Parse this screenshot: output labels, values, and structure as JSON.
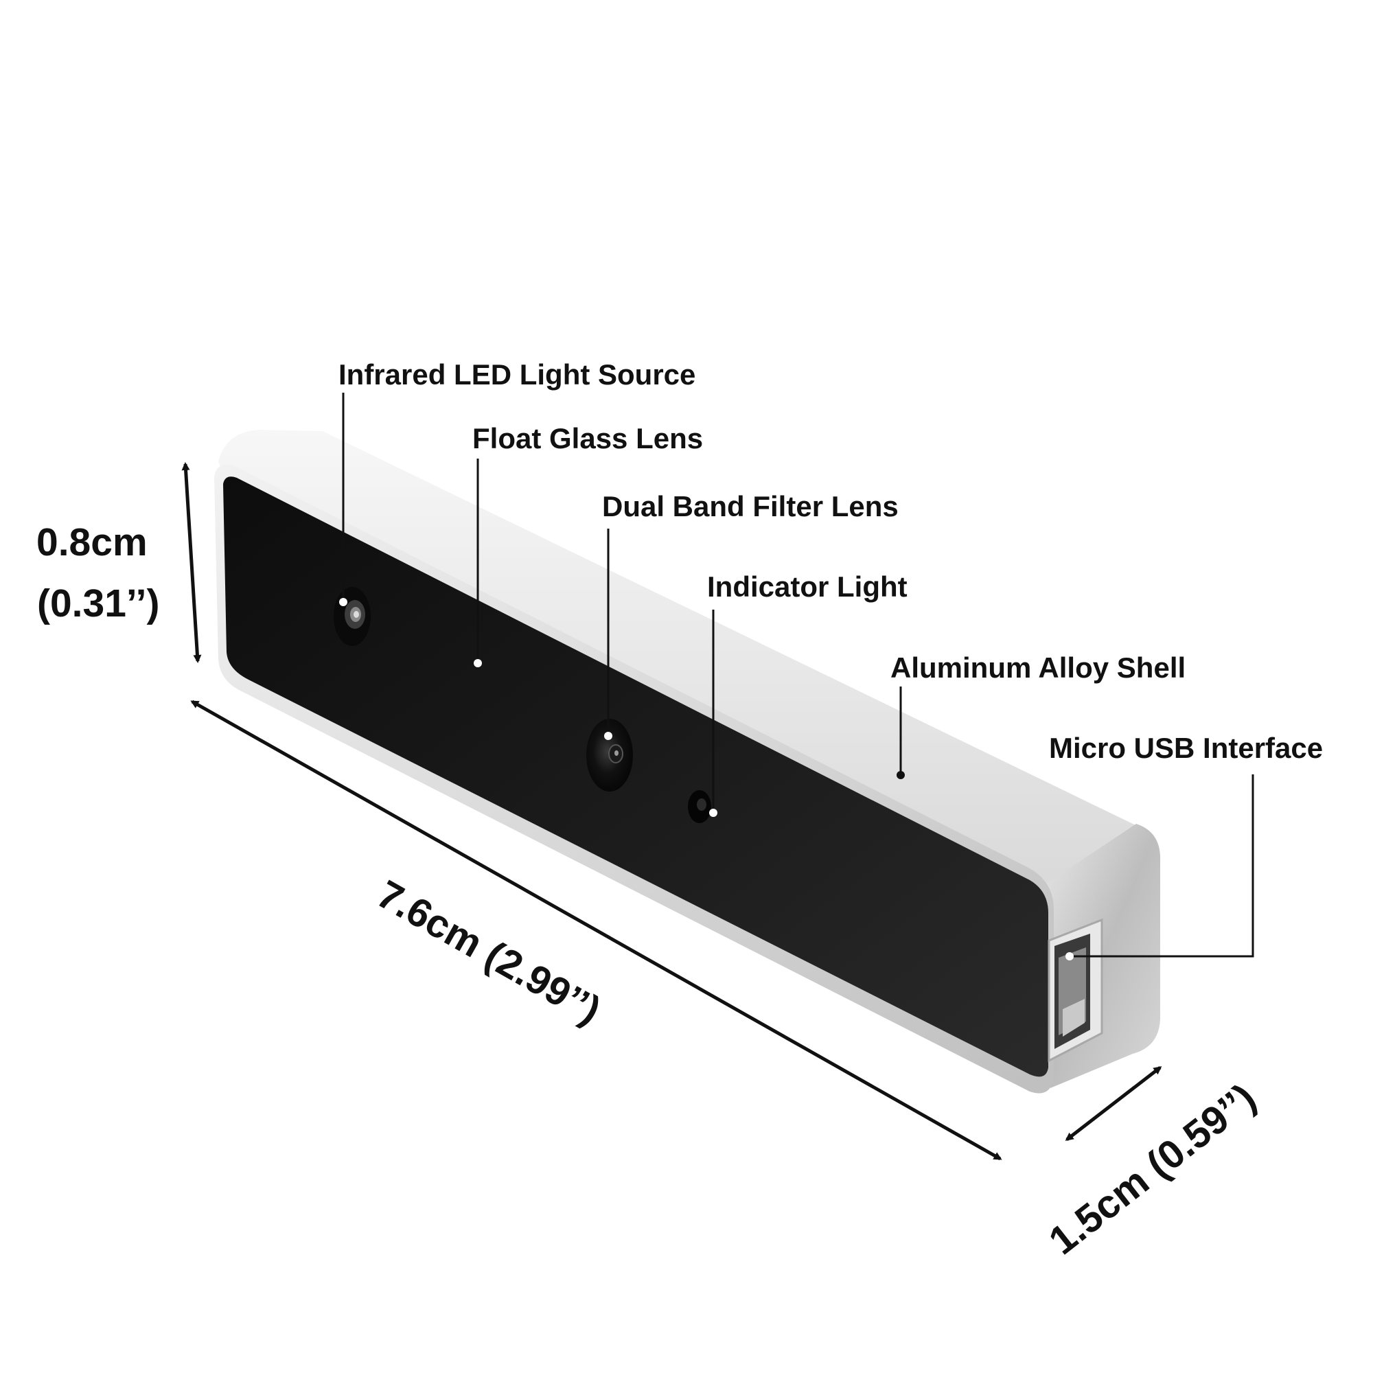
{
  "callouts": {
    "infrared_led": "Infrared LED Light Source",
    "float_glass": "Float Glass Lens",
    "dual_band": "Dual Band Filter Lens",
    "indicator": "Indicator Light",
    "shell": "Aluminum Alloy Shell",
    "usb": "Micro USB Interface"
  },
  "dimensions": {
    "height_cm": "0.8cm",
    "height_in": "(0.31’’)",
    "length": "7.6cm (2.99’’)",
    "depth": "1.5cm (0.59’’)"
  },
  "colors": {
    "shell": "#dadada",
    "shell_highlight": "#f5f5f5",
    "face": "#1a1a1a",
    "text": "#111111",
    "pointer": "#111111",
    "dot": "#ffffff"
  }
}
